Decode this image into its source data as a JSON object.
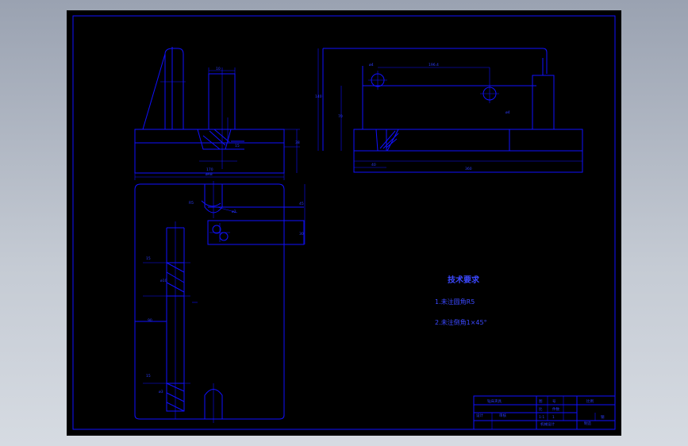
{
  "colors": {
    "background": "#000000",
    "line": "#1010ff",
    "text": "#2d3cff",
    "viewport_gradient_top": "#9aa2b1"
  },
  "drawing": {
    "dims_top_left": {
      "top": "10",
      "right": "38",
      "height": "15",
      "bottom_width": "170",
      "base_hole": "øA8"
    },
    "dims_top_right": {
      "hole1": "ø4",
      "center_span": "196.4",
      "left_height": "140",
      "inner_height": "70",
      "hole2": "ø4",
      "base_left": "40",
      "base_width": "360"
    },
    "dims_bottom_left": {
      "slot_r": "R5",
      "slot_d": "ø2",
      "h1": "45",
      "h2": "30",
      "left_1": "15",
      "left_2": "ø10",
      "mid": "90",
      "left_3": "15",
      "left_4": "ø3"
    }
  },
  "notes": {
    "title": "技术要求",
    "line1": "1.未注圆角R5",
    "line2": "2.未注倒角1×45°"
  },
  "title_block": {
    "name": "钻床夹具",
    "r1c2": "图",
    "r1c3": "号",
    "r1c4": "比例",
    "r2c1": "设计",
    "r2c2": "审核",
    "r2c3": "比",
    "r2c4": "件数",
    "r3c2": "1:1",
    "r3c3": "1",
    "r4c1": "机械设计",
    "r4c2": "制造",
    "r4c3": "钢"
  }
}
